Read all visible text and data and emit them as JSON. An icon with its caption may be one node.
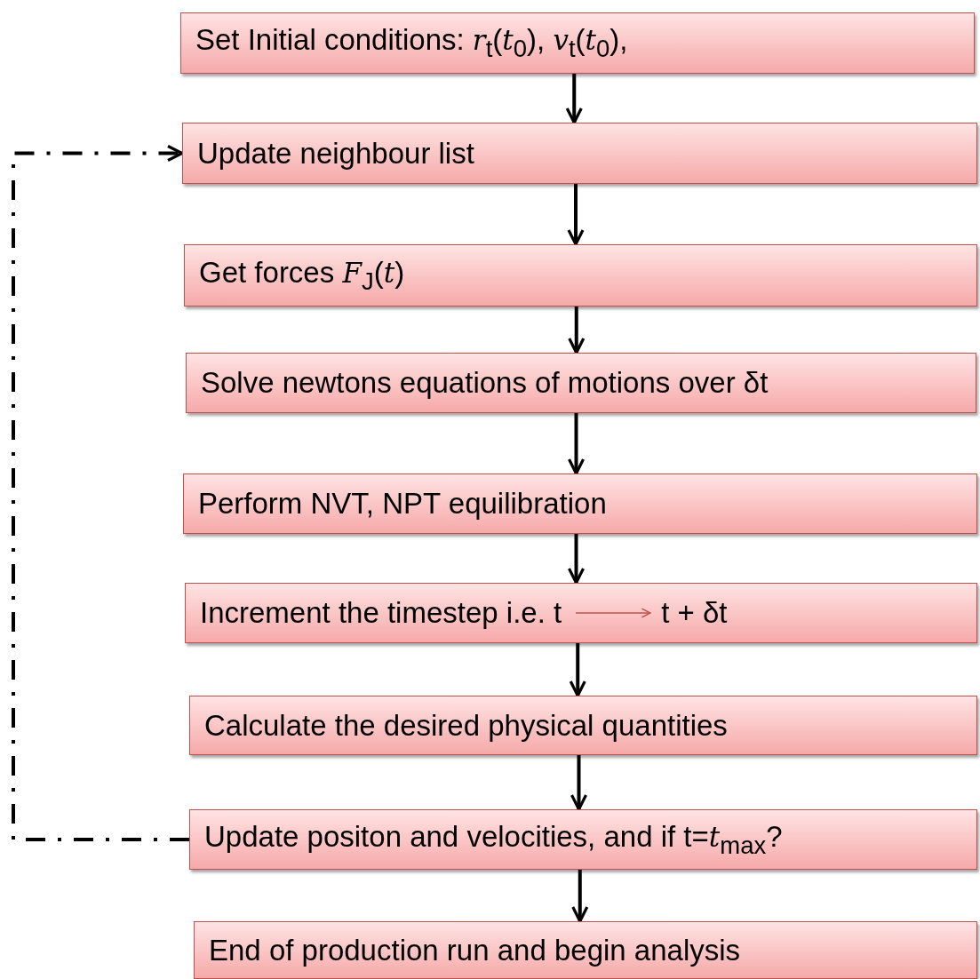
{
  "diagram": {
    "nodes": [
      {
        "text": [
          "Set Initial conditions: *r*$_{t}$(*t*$_{0}$), *v*$_{t}$(*t*$_{0}$),"
        ]
      },
      {
        "text": [
          "Update neighbour list"
        ]
      },
      {
        "text": [
          "Get forces  *F*$_{J}$(*t*)"
        ]
      },
      {
        "text": [
          "Solve newtons equations of motions over δt"
        ]
      },
      {
        "text": [
          "Perform NVT, NPT equilibration"
        ]
      },
      {
        "text": [
          "Increment the timestep i.e. t",
          "t + δt"
        ]
      },
      {
        "text": [
          "Calculate the desired physical quantities"
        ]
      },
      {
        "text": [
          "Update positon and velocities, and if t=*t*$_{max}$?"
        ]
      },
      {
        "text": [
          "End of production  run and begin analysis"
        ]
      }
    ],
    "edges": [
      {
        "from": 0,
        "to": 1,
        "arrow": "to"
      },
      {
        "from": 1,
        "to": 2,
        "arrow": "to"
      },
      {
        "from": 2,
        "to": 3,
        "arrow": "to"
      },
      {
        "from": 3,
        "to": 4,
        "arrow": "to"
      },
      {
        "from": 4,
        "to": 5,
        "arrow": "to"
      },
      {
        "from": 5,
        "to": 6,
        "arrow": "to"
      },
      {
        "from": 6,
        "to": 7,
        "arrow": "to"
      },
      {
        "from": 7,
        "to": 8,
        "arrow": "to"
      },
      {
        "from": 7,
        "to": 1,
        "arrow": "to",
        "style": "dashed"
      }
    ]
  }
}
